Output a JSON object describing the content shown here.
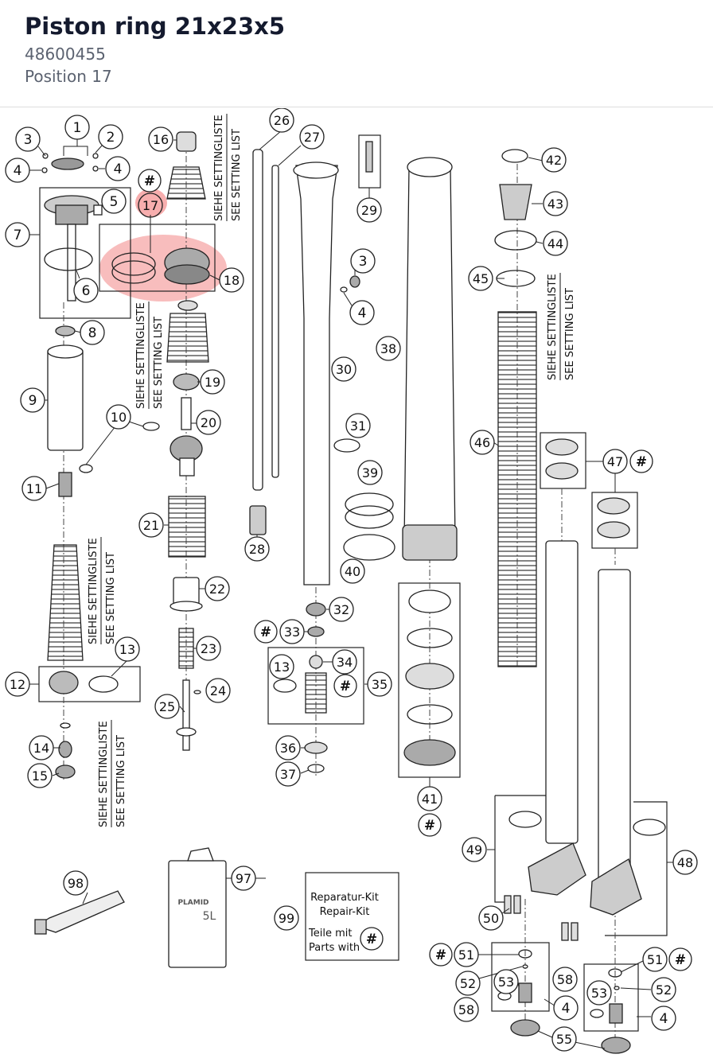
{
  "header": {
    "title": "Piston ring 21x23x5",
    "part_number": "48600455",
    "position": "Position 17"
  },
  "diagram": {
    "highlight_color": "#f06c6c",
    "callouts": [
      "1",
      "2",
      "3",
      "4",
      "5",
      "6",
      "7",
      "8",
      "9",
      "10",
      "11",
      "12",
      "13",
      "14",
      "15",
      "16",
      "17",
      "18",
      "19",
      "20",
      "21",
      "22",
      "23",
      "24",
      "25",
      "26",
      "27",
      "28",
      "29",
      "30",
      "31",
      "32",
      "33",
      "34",
      "35",
      "36",
      "37",
      "38",
      "39",
      "40",
      "41",
      "42",
      "43",
      "44",
      "45",
      "46",
      "47",
      "48",
      "49",
      "50",
      "51",
      "52",
      "53",
      "55",
      "58",
      "97",
      "98",
      "99"
    ],
    "hash_marker": "#",
    "setting_note_de": "SIEHE SETTINGLISTE",
    "setting_note_en": "SEE SETTING LIST",
    "repair_kit": {
      "line1": "Reparatur-Kit",
      "line2": "Repair-Kit",
      "line3": "Teile mit",
      "line4": "Parts with"
    },
    "oil_can_label": "PLAMID",
    "oil_can_volume": "5L"
  }
}
